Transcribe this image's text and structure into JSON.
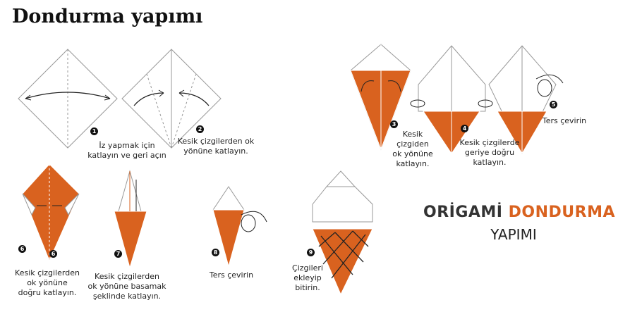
{
  "title": "Dondurma yapımı",
  "colors": {
    "orange": "#d9621f",
    "line": "#999999"
  },
  "steps": [
    {
      "number": "1",
      "caption": "İz yapmak için\nkatlayın ve geri açın"
    },
    {
      "number": "2",
      "caption": "Kesik çizgilerden ok\nyönüne katlayın."
    },
    {
      "number": "3",
      "caption": "Kesik\nçizgiden\nok yönüne\nkatlayın."
    },
    {
      "number": "4",
      "caption": "Kesik çizgilerde\ngeriye doğru\nkatlayın."
    },
    {
      "number": "5",
      "caption": "Ters çevirin"
    },
    {
      "number": "6",
      "caption": "Kesik çizgilerden\nok yönüne\ndoğru katlayın."
    },
    {
      "number": "7",
      "caption": "Kesik çizgilerden\nok yönüne basamak\nşeklinde katlayın."
    },
    {
      "number": "8",
      "caption": "Ters çevirin"
    },
    {
      "number": "9",
      "caption": "Çizgileri\nekleyip\nbitirin."
    }
  ],
  "logo": {
    "word1": "ORİGAMİ",
    "word2": "DONDURMA",
    "word3": "YAPIMI"
  }
}
